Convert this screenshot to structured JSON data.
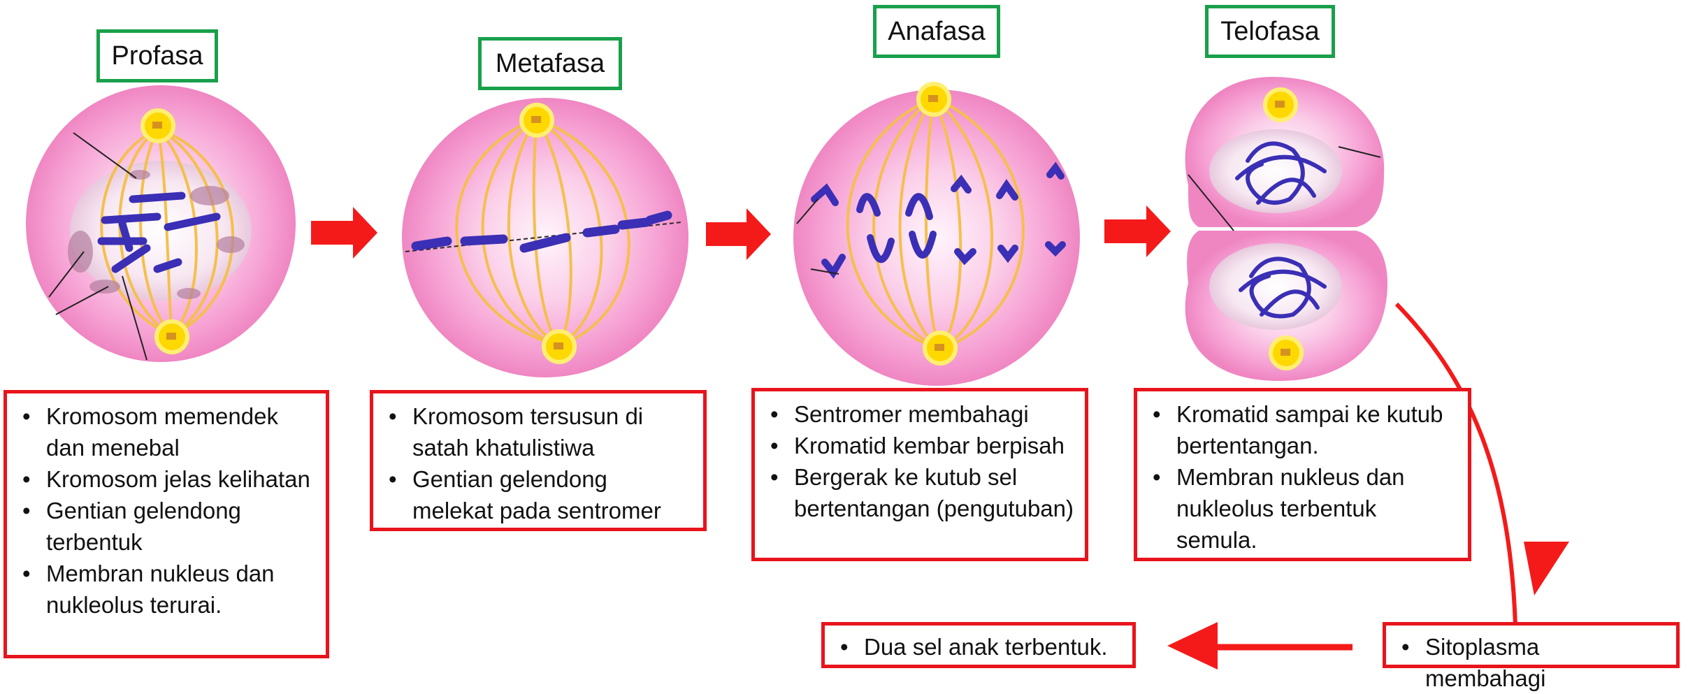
{
  "colors": {
    "title_border": "#19a04b",
    "note_border": "#e8141c",
    "arrow": "#f41a1a",
    "cell_pink": "#f48cc7",
    "spindle": "#f5bf4c",
    "chromosome": "#3a2fb5",
    "centrosome": "#ffd800"
  },
  "phases": [
    {
      "title": "Profasa",
      "notes": [
        "Kromosom memendek dan menebal",
        "Kromosom jelas kelihatan",
        "Gentian gelendong terbentuk",
        "Membran nukleus dan nukleolus terurai."
      ]
    },
    {
      "title": "Metafasa",
      "notes": [
        "Kromosom tersusun di satah khatulistiwa",
        "Gentian gelendong melekat pada sentromer"
      ]
    },
    {
      "title": "Anafasa",
      "notes": [
        "Sentromer membahagi",
        "Kromatid kembar berpisah",
        "Bergerak ke kutub sel bertentangan (pengutuban)"
      ]
    },
    {
      "title": "Telofasa",
      "notes": [
        "Kromatid sampai ke kutub bertentangan.",
        "Membran nukleus dan nukleolus terbentuk semula."
      ]
    }
  ],
  "cytokinesis": {
    "step1": "Sitoplasma membahagi",
    "step2": "Dua sel anak terbentuk."
  },
  "icons": {
    "phase_arrow": "right-arrow",
    "centrosome": "centrosome-burst"
  }
}
